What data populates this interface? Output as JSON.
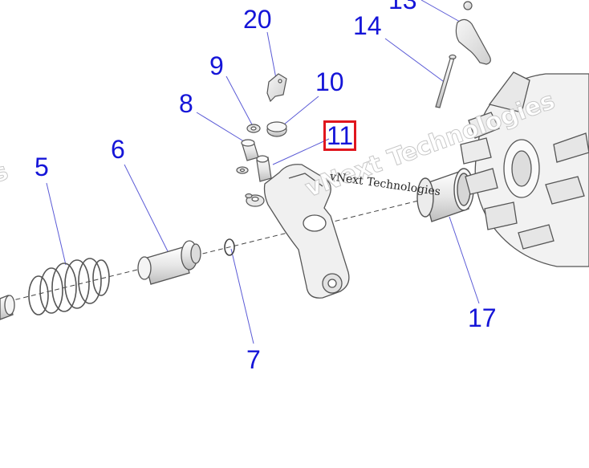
{
  "callouts": [
    {
      "id": "c20",
      "label": "20"
    },
    {
      "id": "c14",
      "label": "14"
    },
    {
      "id": "c13",
      "label": "13"
    },
    {
      "id": "c9",
      "label": "9"
    },
    {
      "id": "c10",
      "label": "10"
    },
    {
      "id": "c8",
      "label": "8"
    },
    {
      "id": "c11",
      "label": "11"
    },
    {
      "id": "c6",
      "label": "6"
    },
    {
      "id": "c5",
      "label": "5"
    },
    {
      "id": "c7",
      "label": "7"
    },
    {
      "id": "c17",
      "label": "17"
    }
  ],
  "watermark": {
    "text": "vNext Technologies",
    "ghost_text": "vNext Technologies",
    "edge_fragment": "s"
  },
  "colors": {
    "callout": "#1515d8",
    "leader": "#5b5bd6",
    "highlight": "#e0161e",
    "part_fill": "#f2f2f2",
    "part_stroke": "#555555"
  }
}
